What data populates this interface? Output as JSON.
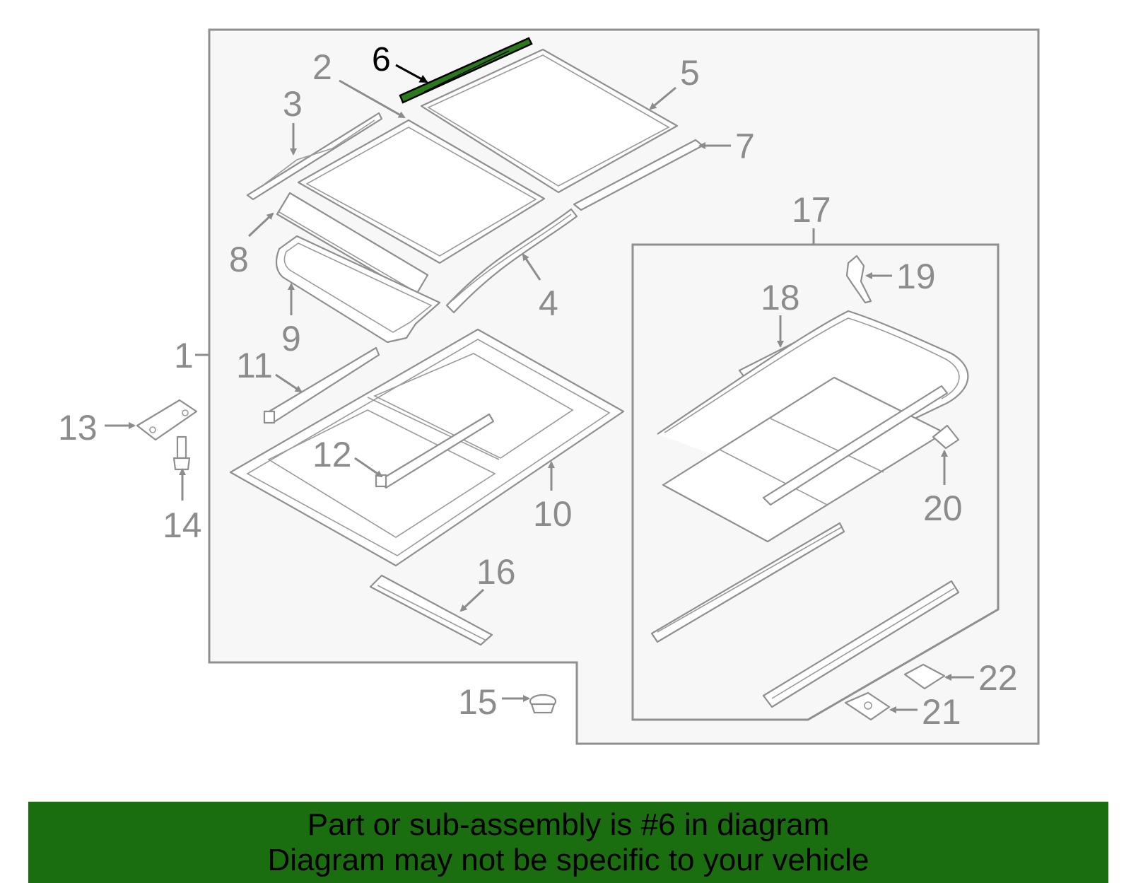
{
  "callouts": {
    "c1": "1",
    "c2": "2",
    "c3": "3",
    "c4": "4",
    "c5": "5",
    "c6": "6",
    "c7": "7",
    "c8": "8",
    "c9": "9",
    "c10": "10",
    "c11": "11",
    "c12": "12",
    "c13": "13",
    "c14": "14",
    "c15": "15",
    "c16": "16",
    "c17": "17",
    "c18": "18",
    "c19": "19",
    "c20": "20",
    "c21": "21",
    "c22": "22"
  },
  "highlight": {
    "part_number": "6",
    "color": "#1a6e10"
  },
  "colors": {
    "line": "#8f8f8f",
    "panel_bg": "#f7f7f7",
    "banner_bg": "#1a6e10"
  },
  "banner": {
    "line1": "Part or sub-assembly is #6 in diagram",
    "line2": "Diagram may not be specific to your vehicle"
  }
}
